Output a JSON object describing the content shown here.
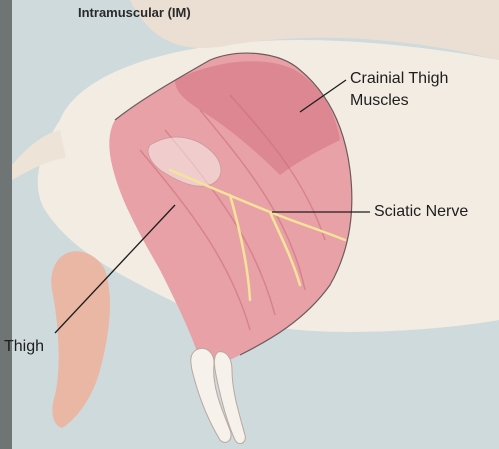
{
  "title": "Intramuscular (IM)",
  "labels": {
    "crainial_line1": "Crainial Thigh",
    "crainial_line2": "Muscles",
    "sciatic": "Sciatic Nerve",
    "thigh": "Thigh"
  },
  "colors": {
    "background": "#cfdadc",
    "fur": "#f3ece2",
    "muscle": "#e9a1a8",
    "muscle_dark": "#d77f8a",
    "nerve": "#f4e39a",
    "bone": "#f6f1ea",
    "paw": "#e9b7a3",
    "leader_line": "#1e1e1e"
  }
}
